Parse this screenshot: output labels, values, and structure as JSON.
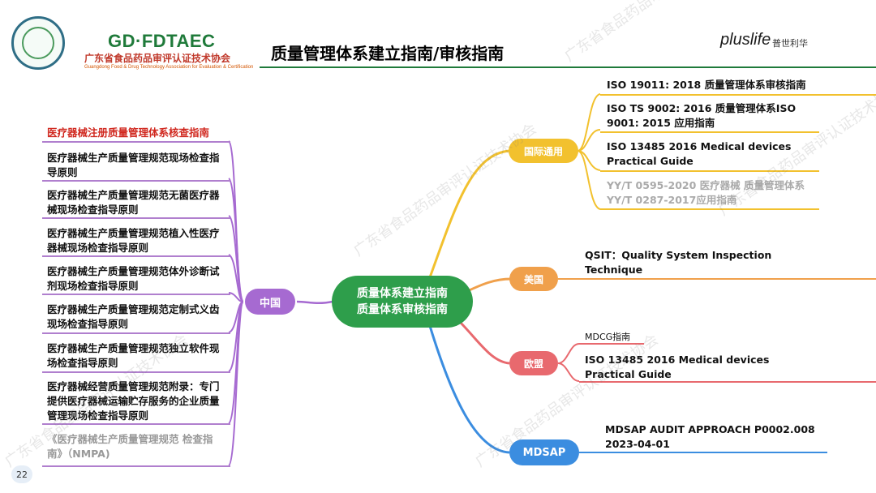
{
  "header": {
    "org_en": "GD·FDTAEC",
    "org_cn": "广东省食品药品审评认证技术协会",
    "org_sub": "Guangdong Food & Drug Technology Association for Evaluation & Certification",
    "title": "质量管理体系建立指南/审核指南",
    "brand": "pluslife",
    "brand_cn": "普世利华"
  },
  "center": {
    "line1": "质量体系建立指南",
    "line2": "质量体系审核指南"
  },
  "china": {
    "label": "中国",
    "items": [
      "医疗器械注册质量管理体系核查指南",
      "医疗器械生产质量管理规范现场检查指导原则",
      "医疗器械生产质量管理规范无菌医疗器械现场检查指导原则",
      "医疗器械生产质量管理规范植入性医疗器械现场检查指导原则",
      "医疗器械生产质量管理规范体外诊断试剂现场检查指导原则",
      "医疗器械生产质量管理规范定制式义齿现场检查指导原则",
      "医疗器械生产质量管理规范独立软件现场检查指导原则",
      "医疗器械经营质量管理规范附录：专门提供医疗器械运输贮存服务的企业质量管理现场检查指导原则",
      "《医疗器械生产质量管理规范 检查指南》（NMPA)"
    ]
  },
  "intl": {
    "label": "国际通用",
    "items": [
      "ISO 19011: 2018 质量管理体系审核指南",
      "ISO TS 9002: 2016 质量管理体系ISO 9001: 2015 应用指南",
      "ISO 13485 2016 Medical devices Practical Guide",
      "YY/T 0595-2020 医疗器械 质量管理体系 YY/T 0287-2017应用指南"
    ]
  },
  "usa": {
    "label": "美国",
    "item": "QSIT：Quality System Inspection Technique"
  },
  "eu": {
    "label": "欧盟",
    "item1": "MDCG指南",
    "item2": "ISO 13485 2016 Medical devices Practical Guide"
  },
  "mdsap": {
    "label": "MDSAP",
    "item": "MDSAP AUDIT APPROACH P0002.008 2023-04-01"
  },
  "page_number": "22",
  "watermark": "广东省食品药品审评认证技术协会",
  "colors": {
    "green": "#2e9e4b",
    "china": "#a66ad1",
    "intl": "#f2c12e",
    "usa": "#f0a04b",
    "eu": "#e8696e",
    "mdsap": "#3b8de0"
  }
}
